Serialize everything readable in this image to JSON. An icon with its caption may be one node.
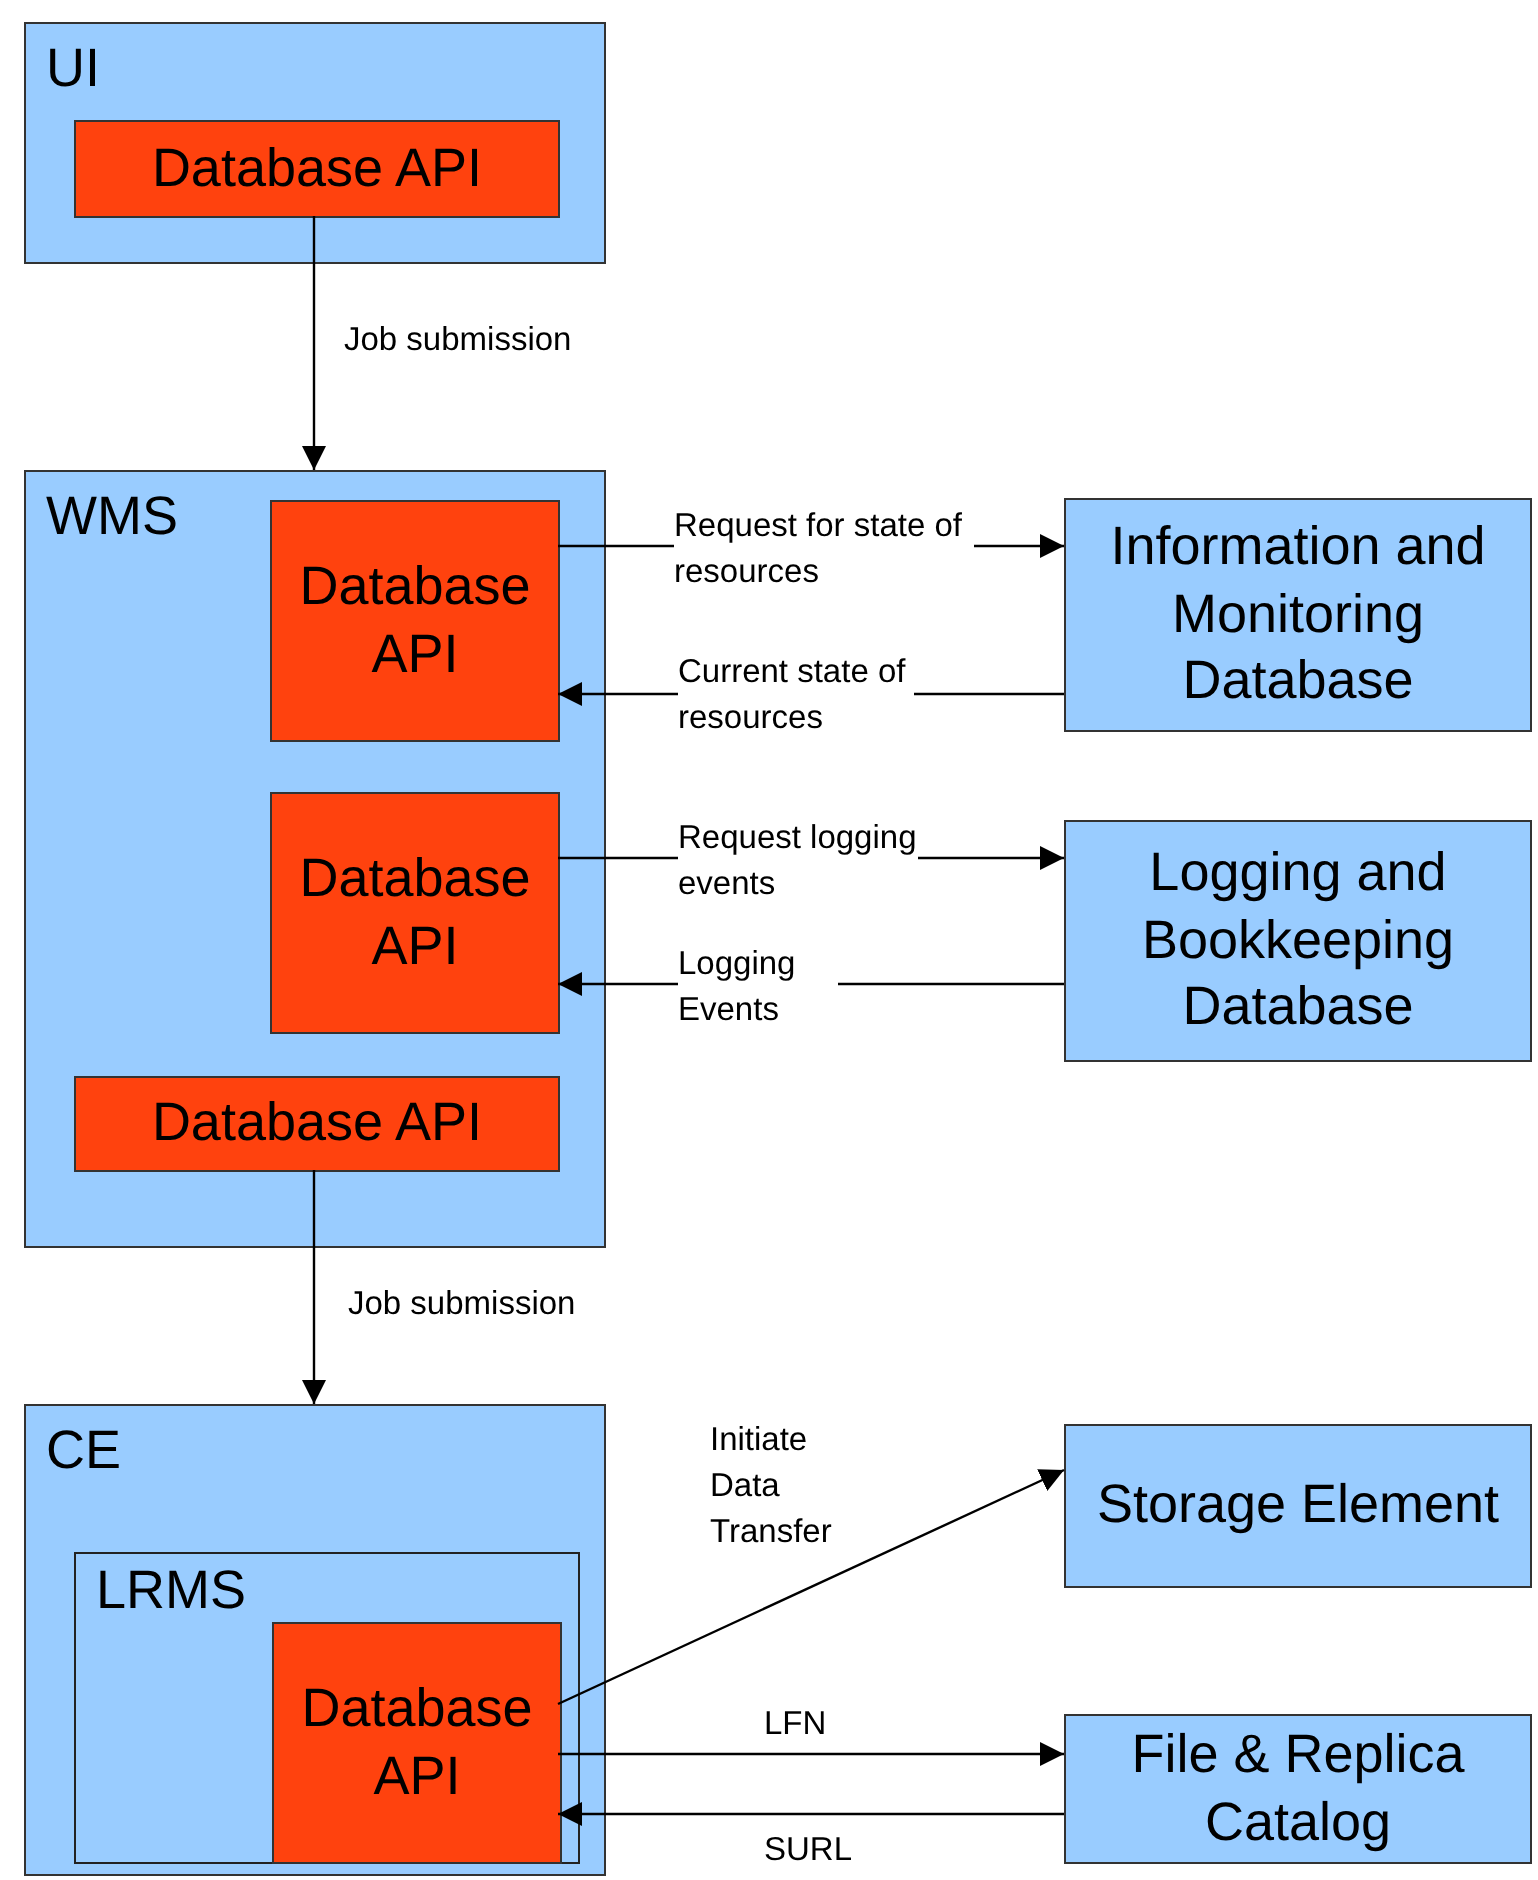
{
  "diagram": {
    "nodes": [
      {
        "text": [
          "UI"
        ]
      },
      {
        "text": [
          "Database API"
        ],
        "in": 0
      },
      {
        "text": [
          "WMS"
        ]
      },
      {
        "text": [
          "Database API"
        ],
        "in": 2
      },
      {
        "text": [
          "Database API"
        ],
        "in": 2
      },
      {
        "text": [
          "Database API"
        ],
        "in": 2
      },
      {
        "text": [
          "Information and Monitoring Database"
        ]
      },
      {
        "text": [
          "Logging and Bookkeeping Database"
        ]
      },
      {
        "text": [
          "CE"
        ]
      },
      {
        "text": [
          "LRMS"
        ],
        "in": 8
      },
      {
        "text": [
          "Database API"
        ],
        "in": 9
      },
      {
        "text": [
          "Storage Element"
        ]
      },
      {
        "text": [
          "File & Replica Catalog"
        ]
      }
    ],
    "edges": [
      {
        "from": 1,
        "to": 2,
        "arrow": "to",
        "label": "Job submission"
      },
      {
        "from": 3,
        "to": 6,
        "arrow": "to",
        "label": "Request for state of resources"
      },
      {
        "from": 6,
        "to": 3,
        "arrow": "to",
        "label": "Current state of resources"
      },
      {
        "from": 4,
        "to": 7,
        "arrow": "to",
        "label": "Request logging events"
      },
      {
        "from": 7,
        "to": 4,
        "arrow": "to",
        "label": "Logging Events"
      },
      {
        "from": 5,
        "to": 8,
        "arrow": "to",
        "label": "Job submission"
      },
      {
        "from": 10,
        "to": 11,
        "arrow": "to",
        "label": "Initiate Data Transfer"
      },
      {
        "from": 10,
        "to": 12,
        "arrow": "to",
        "label": "LFN"
      },
      {
        "from": 12,
        "to": 10,
        "arrow": "to",
        "label": "SURL"
      }
    ]
  }
}
